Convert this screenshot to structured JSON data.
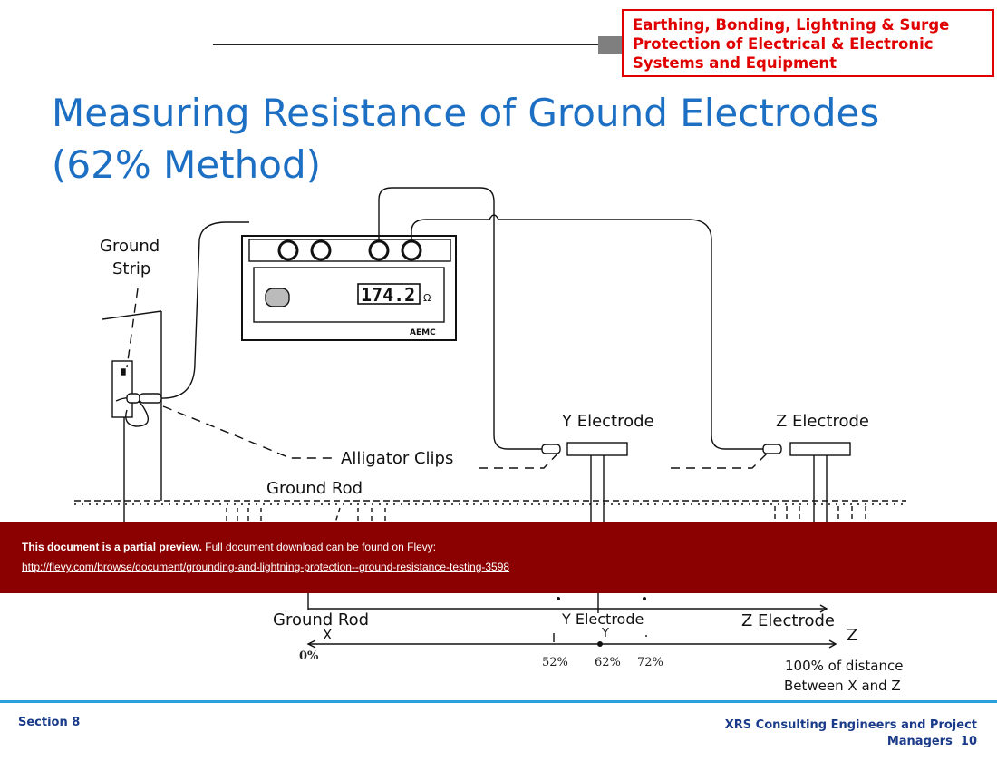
{
  "header": {
    "title_lines": [
      "Earthing, Bonding, Lightning & Surge",
      "Protection of Electrical & Electronic",
      "Systems and Equipment"
    ]
  },
  "slide": {
    "title_lines": [
      "Measuring Resistance of Ground Electrodes",
      "(62% Method)"
    ]
  },
  "diagram": {
    "labels": {
      "ground_strip_1": "Ground",
      "ground_strip_2": "Strip",
      "y_electrode": "Y Electrode",
      "z_electrode": "Z Electrode",
      "alligator_clips": "Alligator Clips",
      "ground_rod": "Ground Rod",
      "ground_rod_bottom": "Ground Rod",
      "y_electrode_bottom": "Y Electrode",
      "z_electrode_bottom": "Z Electrode",
      "x_marker": "X",
      "y_marker": "Y",
      "z_marker": "Z",
      "pct_0": "0%",
      "pct_52": "52%",
      "pct_62": "62%",
      "pct_72": "72%",
      "distance_1": "100% of distance",
      "distance_2": "Between X and Z"
    },
    "tester": {
      "display": "174.2",
      "brand": "AEMC",
      "unit": "Ω"
    }
  },
  "preview_banner": {
    "bold_text": "This document is a partial preview.",
    "text": "Full document download can be found on Flevy:",
    "link": "http://flevy.com/browse/document/grounding-and-lightning-protection--ground-resistance-testing-3598"
  },
  "footer": {
    "section": "Section 8",
    "company_line1": "XRS Consulting Engineers and Project",
    "company_line2": "Managers",
    "page_number": "10"
  }
}
